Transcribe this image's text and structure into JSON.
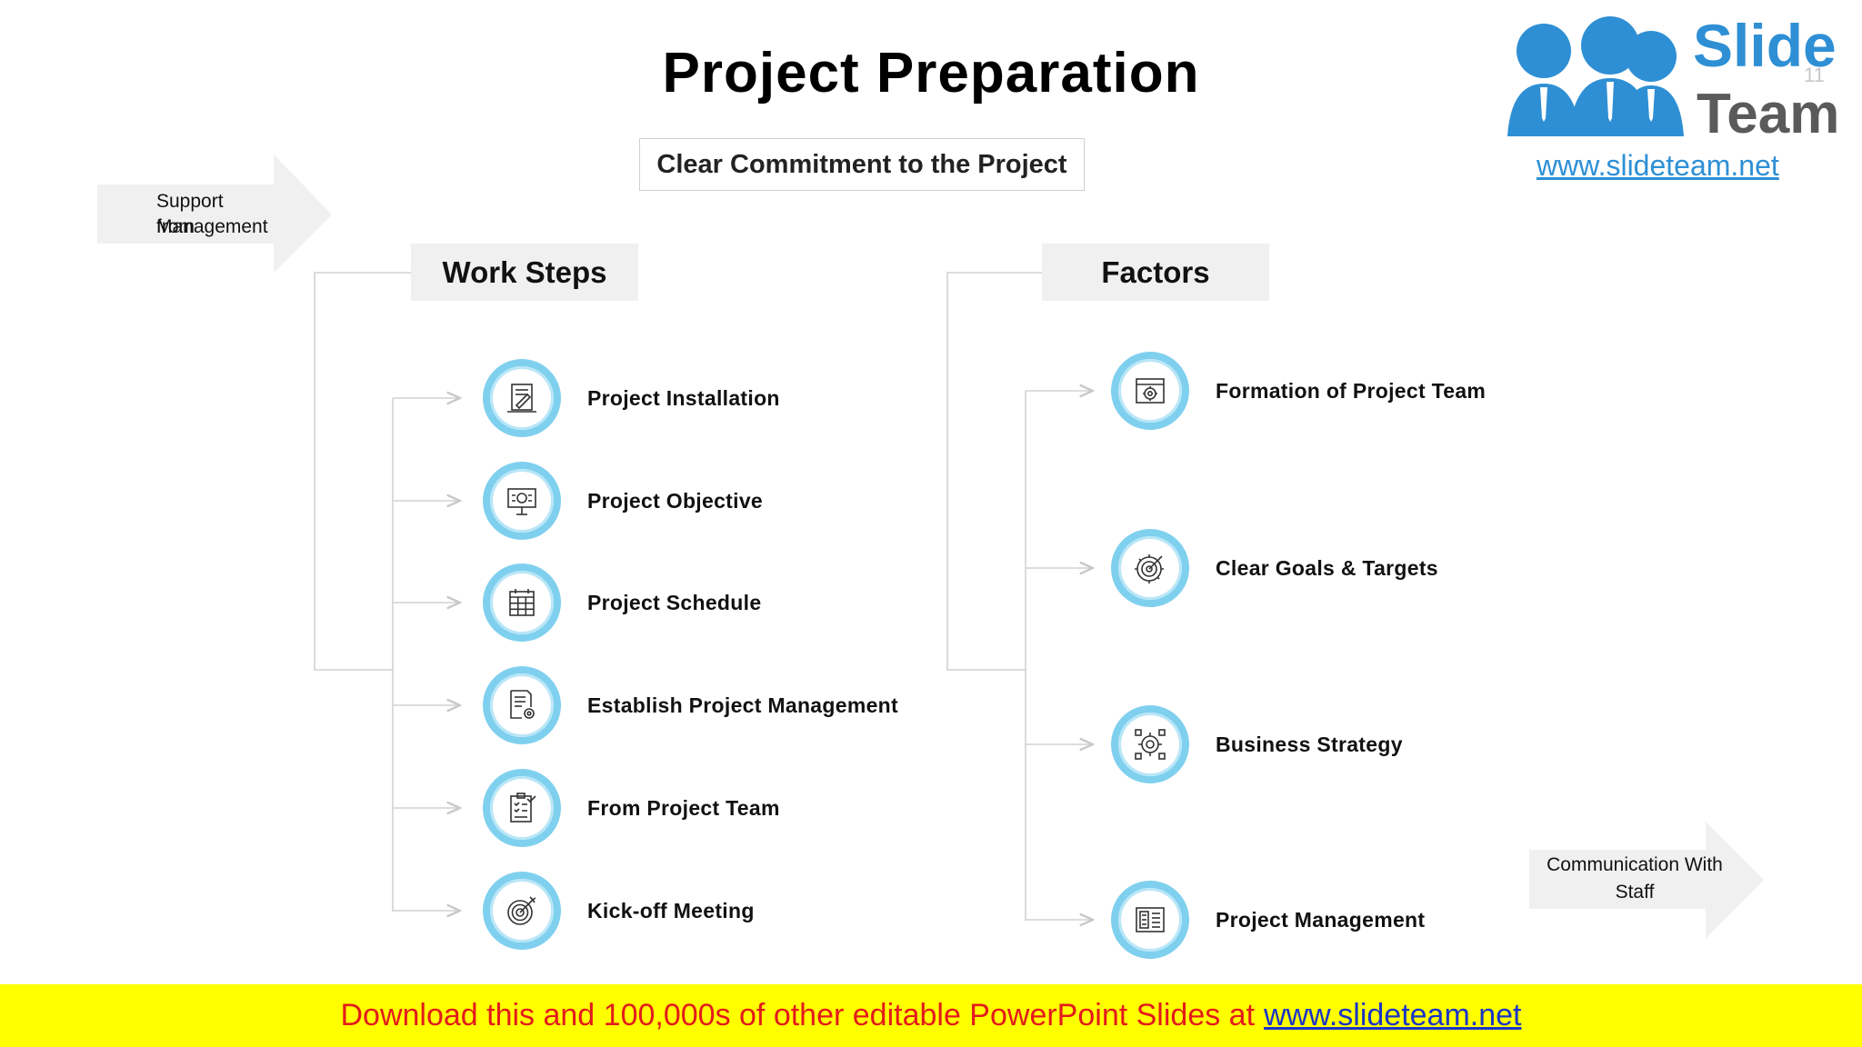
{
  "title": "Project Preparation",
  "commitment": "Clear Commitment to the Project",
  "support_arrow": {
    "line1": "Support from",
    "line2": "Management"
  },
  "communication_arrow": {
    "line1": "Communication With",
    "line2": "Staff"
  },
  "work_steps": {
    "heading": "Work Steps",
    "items": [
      {
        "label": "Project Installation",
        "icon": "document-edit-icon"
      },
      {
        "label": "Project Objective",
        "icon": "presentation-board-icon"
      },
      {
        "label": "Project Schedule",
        "icon": "calendar-icon"
      },
      {
        "label": "Establish Project Management",
        "icon": "document-gear-icon"
      },
      {
        "label": "From Project Team",
        "icon": "checklist-icon"
      },
      {
        "label": "Kick-off Meeting",
        "icon": "target-icon"
      }
    ]
  },
  "factors": {
    "heading": "Factors",
    "items": [
      {
        "label": "Formation of Project Team",
        "icon": "browser-gear-icon"
      },
      {
        "label": "Clear Goals & Targets",
        "icon": "target-gear-icon"
      },
      {
        "label": "Business Strategy",
        "icon": "strategy-gear-icon"
      },
      {
        "label": "Project Management",
        "icon": "dashboard-icon"
      }
    ]
  },
  "logo": {
    "word1": "Slide",
    "word2": "Team",
    "url": "www.slideteam.net",
    "page_number": "11"
  },
  "banner": {
    "text": "Download this and 100,000s of other editable PowerPoint Slides at",
    "url": "www.slideteam.net"
  },
  "colors": {
    "icon_ring": "#7fd0ee",
    "banner_bg": "#ffff00",
    "banner_text": "#e31b1b",
    "logo_blue": "#2e8fd5"
  }
}
